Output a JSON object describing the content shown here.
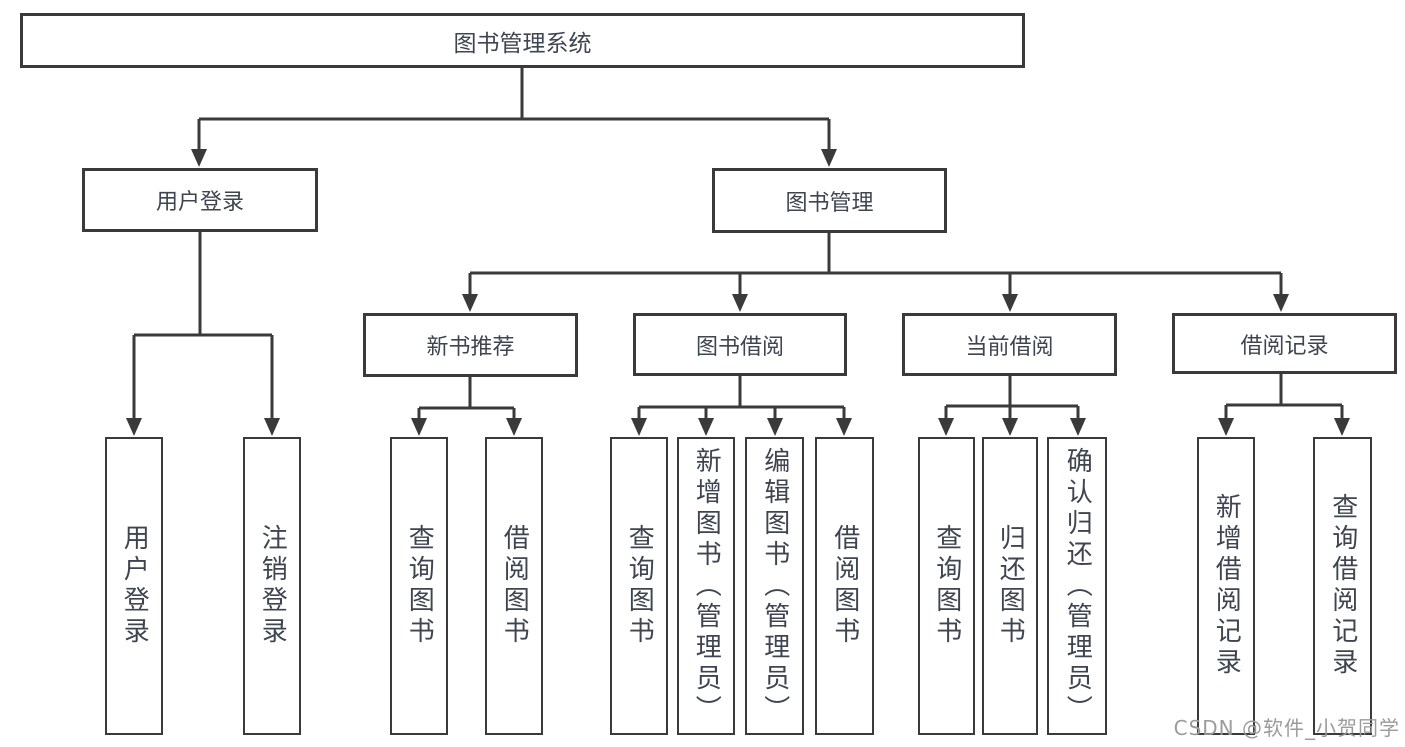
{
  "diagram": {
    "root": {
      "label": "图书管理系统"
    },
    "level2": {
      "user_login": {
        "label": "用户登录"
      },
      "book_mgmt": {
        "label": "图书管理"
      }
    },
    "level3": {
      "new_books": {
        "label": "新书推荐"
      },
      "book_borrow": {
        "label": "图书借阅"
      },
      "current_borrow": {
        "label": "当前借阅"
      },
      "borrow_records": {
        "label": "借阅记录"
      }
    },
    "leaves": {
      "user_login": [
        "用户登录",
        "注销登录"
      ],
      "new_books": [
        "查询图书",
        "借阅图书"
      ],
      "book_borrow": [
        "查询图书",
        "新增图书（管理员）",
        "编辑图书（管理员）",
        "借阅图书"
      ],
      "current_borrow": [
        "查询图书",
        "归还图书",
        "确认归还（管理员）"
      ],
      "borrow_records": [
        "新增借阅记录",
        "查询借阅记录"
      ]
    }
  },
  "watermark": {
    "text": "CSDN @软件_小贺同学"
  },
  "colors": {
    "line": "#3a3a3a",
    "text": "#3f4550",
    "watermark": "#9b9b9b",
    "background": "#ffffff"
  }
}
